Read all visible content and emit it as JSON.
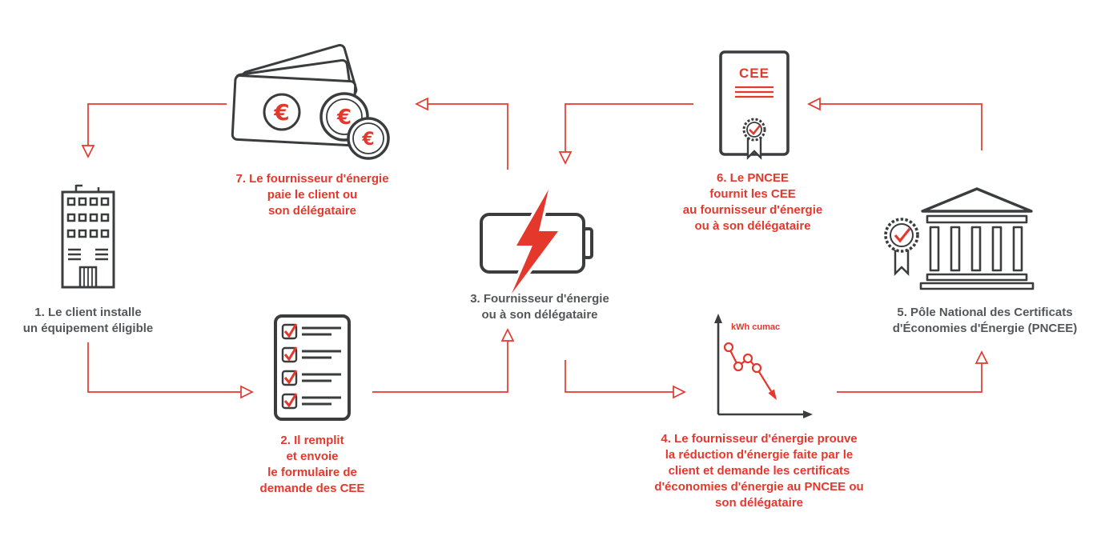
{
  "colors": {
    "accent_red": "#e5382d",
    "icon_dark": "#3b3c3e",
    "text_gray": "#54565a",
    "background": "#ffffff"
  },
  "steps": [
    {
      "number": "1",
      "style": "gray",
      "icon": "building-icon",
      "lines": [
        "1. Le client installe",
        "un équipement éligible"
      ]
    },
    {
      "number": "2",
      "style": "red",
      "icon": "checklist-icon",
      "lines": [
        "2. Il remplit",
        "et envoie",
        "le formulaire de",
        "demande des CEE"
      ]
    },
    {
      "number": "3",
      "style": "gray",
      "icon": "battery-energy-icon",
      "lines": [
        "3. Fournisseur d'énergie",
        "ou à son délégataire"
      ]
    },
    {
      "number": "4",
      "style": "red",
      "icon": "energy-reduction-chart-icon",
      "lines": [
        "4. Le fournisseur d'énergie prouve",
        "la réduction d'énergie faite par le",
        "client et demande les certificats",
        "d'économies d'énergie au PNCEE ou",
        "son délégataire"
      ]
    },
    {
      "number": "5",
      "style": "gray",
      "icon": "pncee-institution-icon",
      "lines": [
        "5. Pôle National des Certificats",
        "d'Économies d'Énergie (PNCEE)"
      ]
    },
    {
      "number": "6",
      "style": "red",
      "icon": "cee-certificate-icon",
      "lines": [
        "6. Le PNCEE",
        "fournit les CEE",
        "au fournisseur d'énergie",
        "ou à son délégataire"
      ]
    },
    {
      "number": "7",
      "style": "red",
      "icon": "euro-money-icon",
      "lines": [
        "7. Le fournisseur d'énergie",
        "paie le client ou",
        "son délégataire"
      ]
    }
  ],
  "icon_texts": {
    "certificate_title": "CEE",
    "chart_axis_label": "kWh cumac",
    "euro_symbol": "€"
  },
  "arrows": [
    {
      "from": "step-7",
      "to": "step-1"
    },
    {
      "from": "step-3",
      "to": "step-7"
    },
    {
      "from": "step-6",
      "to": "step-3"
    },
    {
      "from": "step-5",
      "to": "step-6"
    },
    {
      "from": "step-1",
      "to": "step-2"
    },
    {
      "from": "step-2",
      "to": "step-3"
    },
    {
      "from": "step-3",
      "to": "step-4"
    },
    {
      "from": "step-4",
      "to": "step-5"
    }
  ]
}
